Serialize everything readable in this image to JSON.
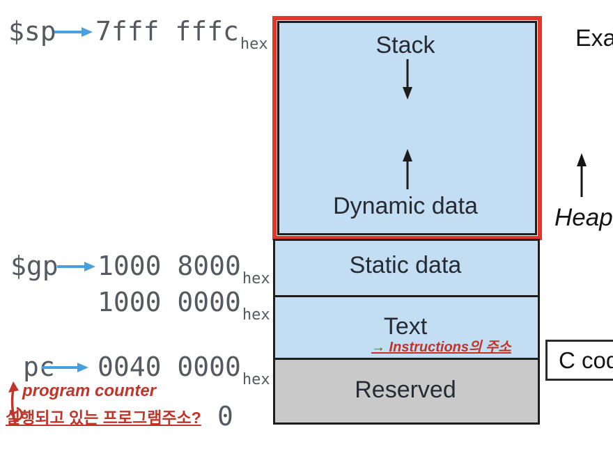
{
  "pointers": {
    "sp": {
      "reg": "$sp",
      "addr": "7fff fffc",
      "sub": "hex"
    },
    "gp": {
      "reg": "$gp",
      "addr": "1000 8000",
      "sub": "hex"
    },
    "gp_base": {
      "addr": "1000 0000",
      "sub": "hex"
    },
    "pc": {
      "reg": "pc",
      "addr": "0040 0000",
      "sub": "hex"
    },
    "zero": {
      "addr": "0"
    }
  },
  "segments": {
    "stack": "Stack",
    "dynamic": "Dynamic data",
    "static": "Static data",
    "text": "Text",
    "reserved": "Reserved"
  },
  "side": {
    "truncated_title": "Exa",
    "heap_label": "Heap",
    "c_code_label": "C cod"
  },
  "handwriting": {
    "text_note": "→ Instructions의 주소",
    "pc_note_en": "program counter",
    "pc_note_kr": "실행되고 있는 프로그램주소?"
  },
  "colors": {
    "segment_fill_blue": "#c3ddf2",
    "segment_fill_gray": "#c9c9c9",
    "highlight_red": "#e1372b",
    "pointer_arrow_blue": "#4aa0de",
    "handwriting_red": "#bf3529",
    "address_text_gray": "#545a60"
  }
}
